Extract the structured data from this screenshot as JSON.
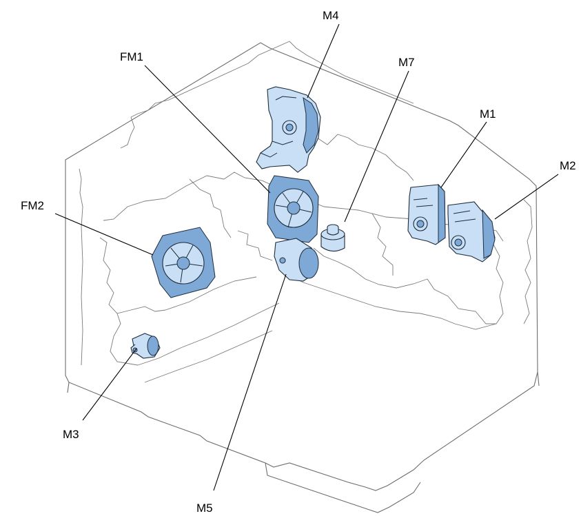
{
  "callouts": {
    "m4": "M4",
    "fm1": "FM1",
    "m7": "M7",
    "m1": "M1",
    "m2": "M2",
    "fm2": "FM2",
    "m3": "M3",
    "m5": "M5"
  },
  "colors": {
    "component_fill": "#c8dff5",
    "component_shade": "#7ea8d6",
    "outline": "#6d6d6d",
    "ink": "#000000"
  }
}
